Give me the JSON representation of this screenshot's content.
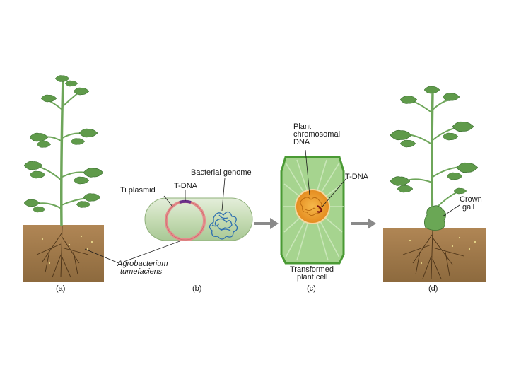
{
  "labels": {
    "ti_plasmid": "Ti plasmid",
    "t_dna_b": "T-DNA",
    "bacterial_genome": "Bacterial genome",
    "agrobacterium_line1": "Agrobacterium",
    "agrobacterium_line2": "tumefaciens",
    "plant_chrom_line1": "Plant",
    "plant_chrom_line2": "chromosomal",
    "plant_chrom_line3": "DNA",
    "t_dna_c": "T-DNA",
    "transformed_line1": "Transformed",
    "transformed_line2": "plant cell",
    "crown_gall_line1": "Crown",
    "crown_gall_line2": "gall"
  },
  "captions": {
    "a": "(a)",
    "b": "(b)",
    "c": "(c)",
    "d": "(d)"
  },
  "colors": {
    "soil": "#a27a4c",
    "soil_dark": "#8a6538",
    "leaf": "#5f9a4a",
    "leaf_dark": "#3f7334",
    "stem": "#6ea65a",
    "bacterium": "#cfe0bf",
    "plasmid": "#e58c8c",
    "genome": "#2d6fb0",
    "cell_wall": "#5aae3c",
    "cell_fill": "#9fd18a",
    "nucleus": "#f0a233",
    "arrow": "#8a8a8a"
  }
}
